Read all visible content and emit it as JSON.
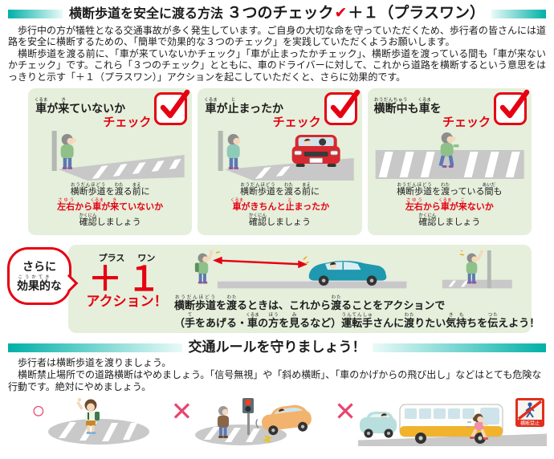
{
  "colors": {
    "teal": "#00b0a8",
    "check_red": "#e60012",
    "mark_red": "#e8456f",
    "panel_green": "#e5efdb",
    "road_gray": "#c8c8c8"
  },
  "header": {
    "title_part1": "横断歩道を安全に渡る方法",
    "title_part2": "３つのチェック",
    "title_check": "✔",
    "title_part3": "＋１（プラスワン）"
  },
  "intro": {
    "p1": "歩行中の方が犠牲となる交通事故が多く発生しています。ご自身の大切な命を守っていただくため、歩行者の皆さんには道路を安全に横断するための、「簡単で効果的な３つのチェック」を実践していただくようお願いします。",
    "p2": "横断歩道を渡る前に、「車が来ていないかチェック」「車が止まったかチェック」、横断歩道を渡っている間も「車が来ないかチェック」です。これら「３つのチェック」とともに、車のドライバーに対して、これから道路を横断するという意思をはっきりと示す「＋１（プラスワン）」アクションを起こしていただくと、さらに効果的です。"
  },
  "panels": [
    {
      "title": [
        [
          "車",
          "くるま"
        ],
        [
          "が",
          ""
        ],
        [
          "来",
          "き"
        ],
        [
          "ていないか",
          ""
        ]
      ],
      "check_label": "チェック",
      "cap1": [
        [
          "横断歩道",
          "おうだんほどう"
        ],
        [
          "を",
          ""
        ],
        [
          "渡",
          "わた"
        ],
        [
          "る",
          ""
        ],
        [
          "前",
          "まえ"
        ],
        [
          "に",
          ""
        ]
      ],
      "cap2": [
        [
          "左右",
          "さゆう"
        ],
        [
          "から",
          ""
        ],
        [
          "車",
          "くるま"
        ],
        [
          "が",
          ""
        ],
        [
          "来",
          "き"
        ],
        [
          "ていないか",
          ""
        ]
      ],
      "cap3": [
        [
          "確認",
          "かくにん"
        ],
        [
          "しましょう",
          ""
        ]
      ]
    },
    {
      "title": [
        [
          "車",
          "くるま"
        ],
        [
          "が",
          ""
        ],
        [
          "止",
          "と"
        ],
        [
          "まったか",
          ""
        ]
      ],
      "check_label": "チェック",
      "cap1": [
        [
          "横断歩道",
          "おうだんほどう"
        ],
        [
          "を",
          ""
        ],
        [
          "渡",
          "わた"
        ],
        [
          "る",
          ""
        ],
        [
          "前",
          "まえ"
        ],
        [
          "に",
          ""
        ]
      ],
      "cap2": [
        [
          "車",
          "くるま"
        ],
        [
          "がきちんと",
          ""
        ],
        [
          "止",
          "と"
        ],
        [
          "まったか",
          ""
        ]
      ],
      "cap3": [
        [
          "確認",
          "かくにん"
        ],
        [
          "しましょう",
          ""
        ]
      ]
    },
    {
      "title": [
        [
          "横断中",
          "おうだんちゅう"
        ],
        [
          "も",
          ""
        ],
        [
          "車",
          "くるま"
        ],
        [
          "を",
          ""
        ]
      ],
      "check_label": "チェック",
      "cap1": [
        [
          "横断歩道",
          "おうだんほどう"
        ],
        [
          "を",
          ""
        ],
        [
          "渡",
          "わた"
        ],
        [
          "っている",
          ""
        ],
        [
          "間",
          "あいだ"
        ],
        [
          "も",
          ""
        ]
      ],
      "cap2": [
        [
          "左右",
          "さゆう"
        ],
        [
          "から",
          ""
        ],
        [
          "車",
          "くるま"
        ],
        [
          "が",
          ""
        ],
        [
          "来",
          "こ"
        ],
        [
          "ないか",
          ""
        ]
      ],
      "cap3": [
        [
          "確認",
          "かくにん"
        ],
        [
          "しましょう",
          ""
        ]
      ]
    }
  ],
  "plus_one": {
    "bubble_line1": "さらに",
    "bubble_line2": [
      [
        "効果的",
        "こうかてき"
      ],
      [
        "な",
        ""
      ]
    ],
    "plus_word": "プラス",
    "one_word": "ワン",
    "big": "＋１",
    "action": "アクション！",
    "cap1": [
      [
        "横断歩道",
        "おうだんほどう"
      ],
      [
        "を",
        ""
      ],
      [
        "渡",
        "わた"
      ],
      [
        "るときは、これから",
        ""
      ],
      [
        "渡",
        "わた"
      ],
      [
        "ることをアクションで",
        ""
      ]
    ],
    "cap2": [
      [
        "（",
        ""
      ],
      [
        "手",
        "て"
      ],
      [
        "をあげる・",
        ""
      ],
      [
        "車",
        "くるま"
      ],
      [
        "の",
        ""
      ],
      [
        "方",
        "ほう"
      ],
      [
        "を",
        ""
      ],
      [
        "見",
        "み"
      ],
      [
        "るなど）",
        ""
      ],
      [
        "運転手",
        "うんてんしゅ"
      ],
      [
        "さんに",
        ""
      ],
      [
        "渡",
        "わた"
      ],
      [
        "りたい",
        ""
      ],
      [
        "気持",
        "きも"
      ],
      [
        "ちを",
        ""
      ],
      [
        "伝",
        "つた"
      ],
      [
        "えよう！",
        ""
      ]
    ]
  },
  "rules": {
    "title": "交通ルールを守りましょう！",
    "p1": "歩行者は横断歩道を渡りましょう。",
    "p2": "横断禁止場所での道路横断はやめましょう。「信号無視」や「斜め横断」、「車のかげからの飛び出し」などはとても危険な行動です。絶対にやめましょう。",
    "good_mark": "○",
    "bad_mark": "✕",
    "sign_label": "横断禁止"
  }
}
